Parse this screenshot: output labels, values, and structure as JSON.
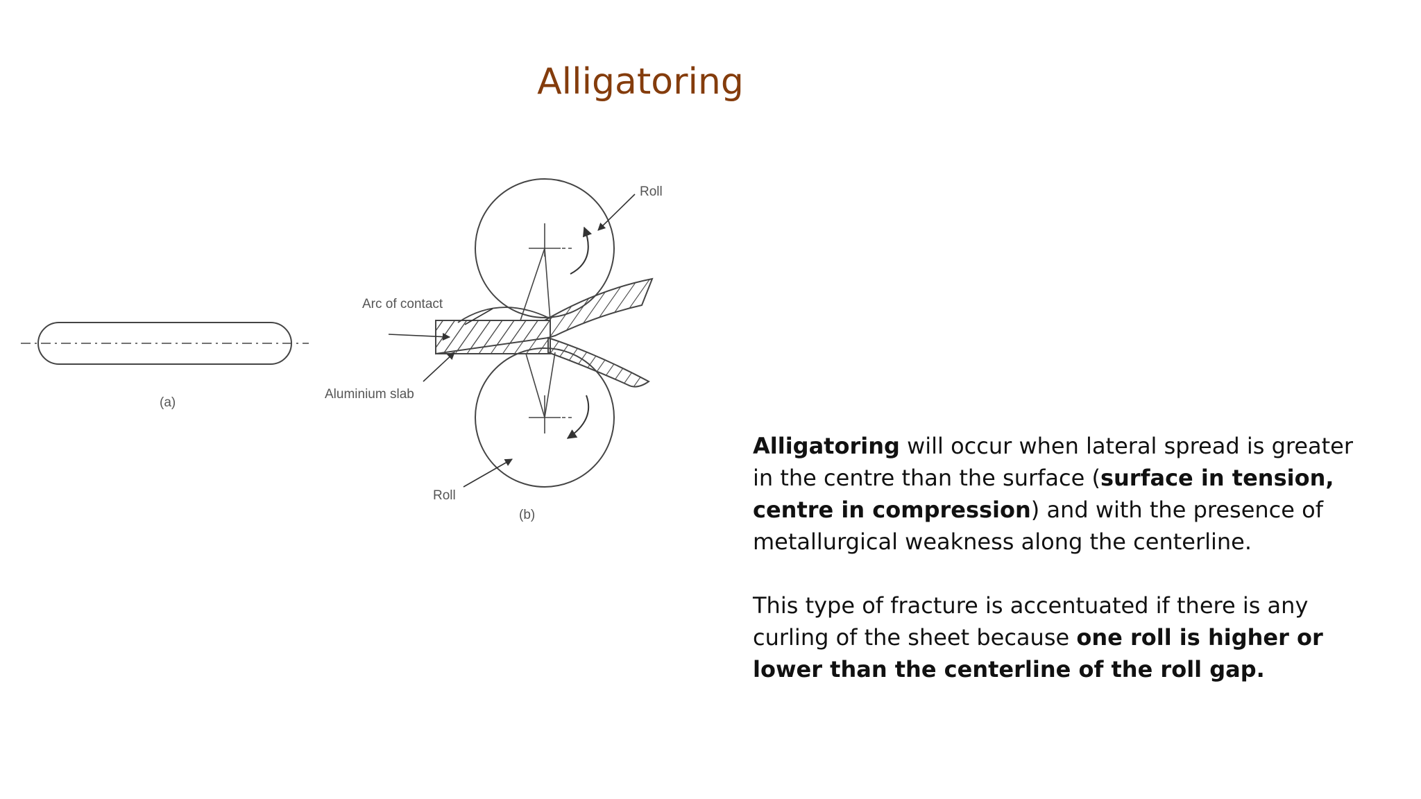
{
  "slide": {
    "title": "Alligatoring"
  },
  "figure": {
    "label_a": "(a)",
    "label_b": "(b)",
    "roll_top": "Roll",
    "roll_bottom": "Roll",
    "arc_of_contact": "Arc of contact",
    "aluminium_slab": "Aluminium slab"
  },
  "text": {
    "p1_b1": "Alligatoring",
    "p1_t1": " will occur when lateral spread is greater in the centre than the surface (",
    "p1_b2": "surface in tension, centre in compression",
    "p1_t2": ") and with the presence of metallurgical weakness along the centerline.",
    "p2_t1": "This type of fracture is accentuated if there is any curling of the sheet because ",
    "p2_b1": "one roll is higher or lower than the centerline of the roll gap."
  },
  "colors": {
    "title": "#843C0C",
    "text": "#111111",
    "drawing": "#444444"
  }
}
